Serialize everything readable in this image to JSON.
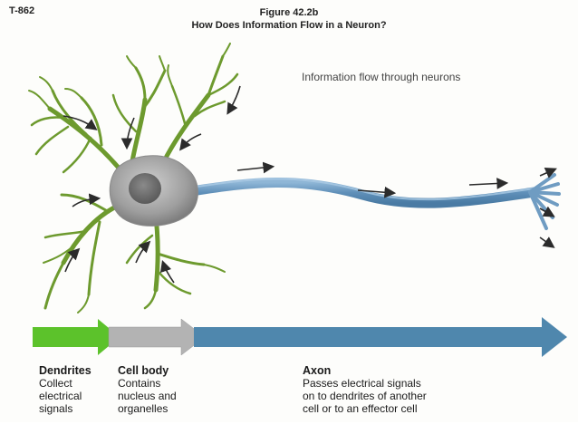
{
  "header": {
    "code": "T-862",
    "figure_number": "Figure 42.2b",
    "figure_title": "How Does Information Flow in a Neuron?"
  },
  "caption": "Information flow through neurons",
  "sections": [
    {
      "name": "Dendrites",
      "lines": [
        "Collect",
        "electrical",
        "signals"
      ],
      "color": "#5cc22b"
    },
    {
      "name": "Cell body",
      "lines": [
        "Contains",
        "nucleus and",
        "organelles"
      ],
      "color": "#b3b3b3"
    },
    {
      "name": "Axon",
      "lines": [
        "Passes electrical signals",
        "on to dendrites of another",
        "cell or to an effector cell"
      ],
      "color": "#4f87ad"
    }
  ],
  "colors": {
    "dendrite": "#6d9a2e",
    "cell_body": "#a7a7a7",
    "axon": "#6f9cc2",
    "flow_arrow": "#2b2b2b"
  }
}
